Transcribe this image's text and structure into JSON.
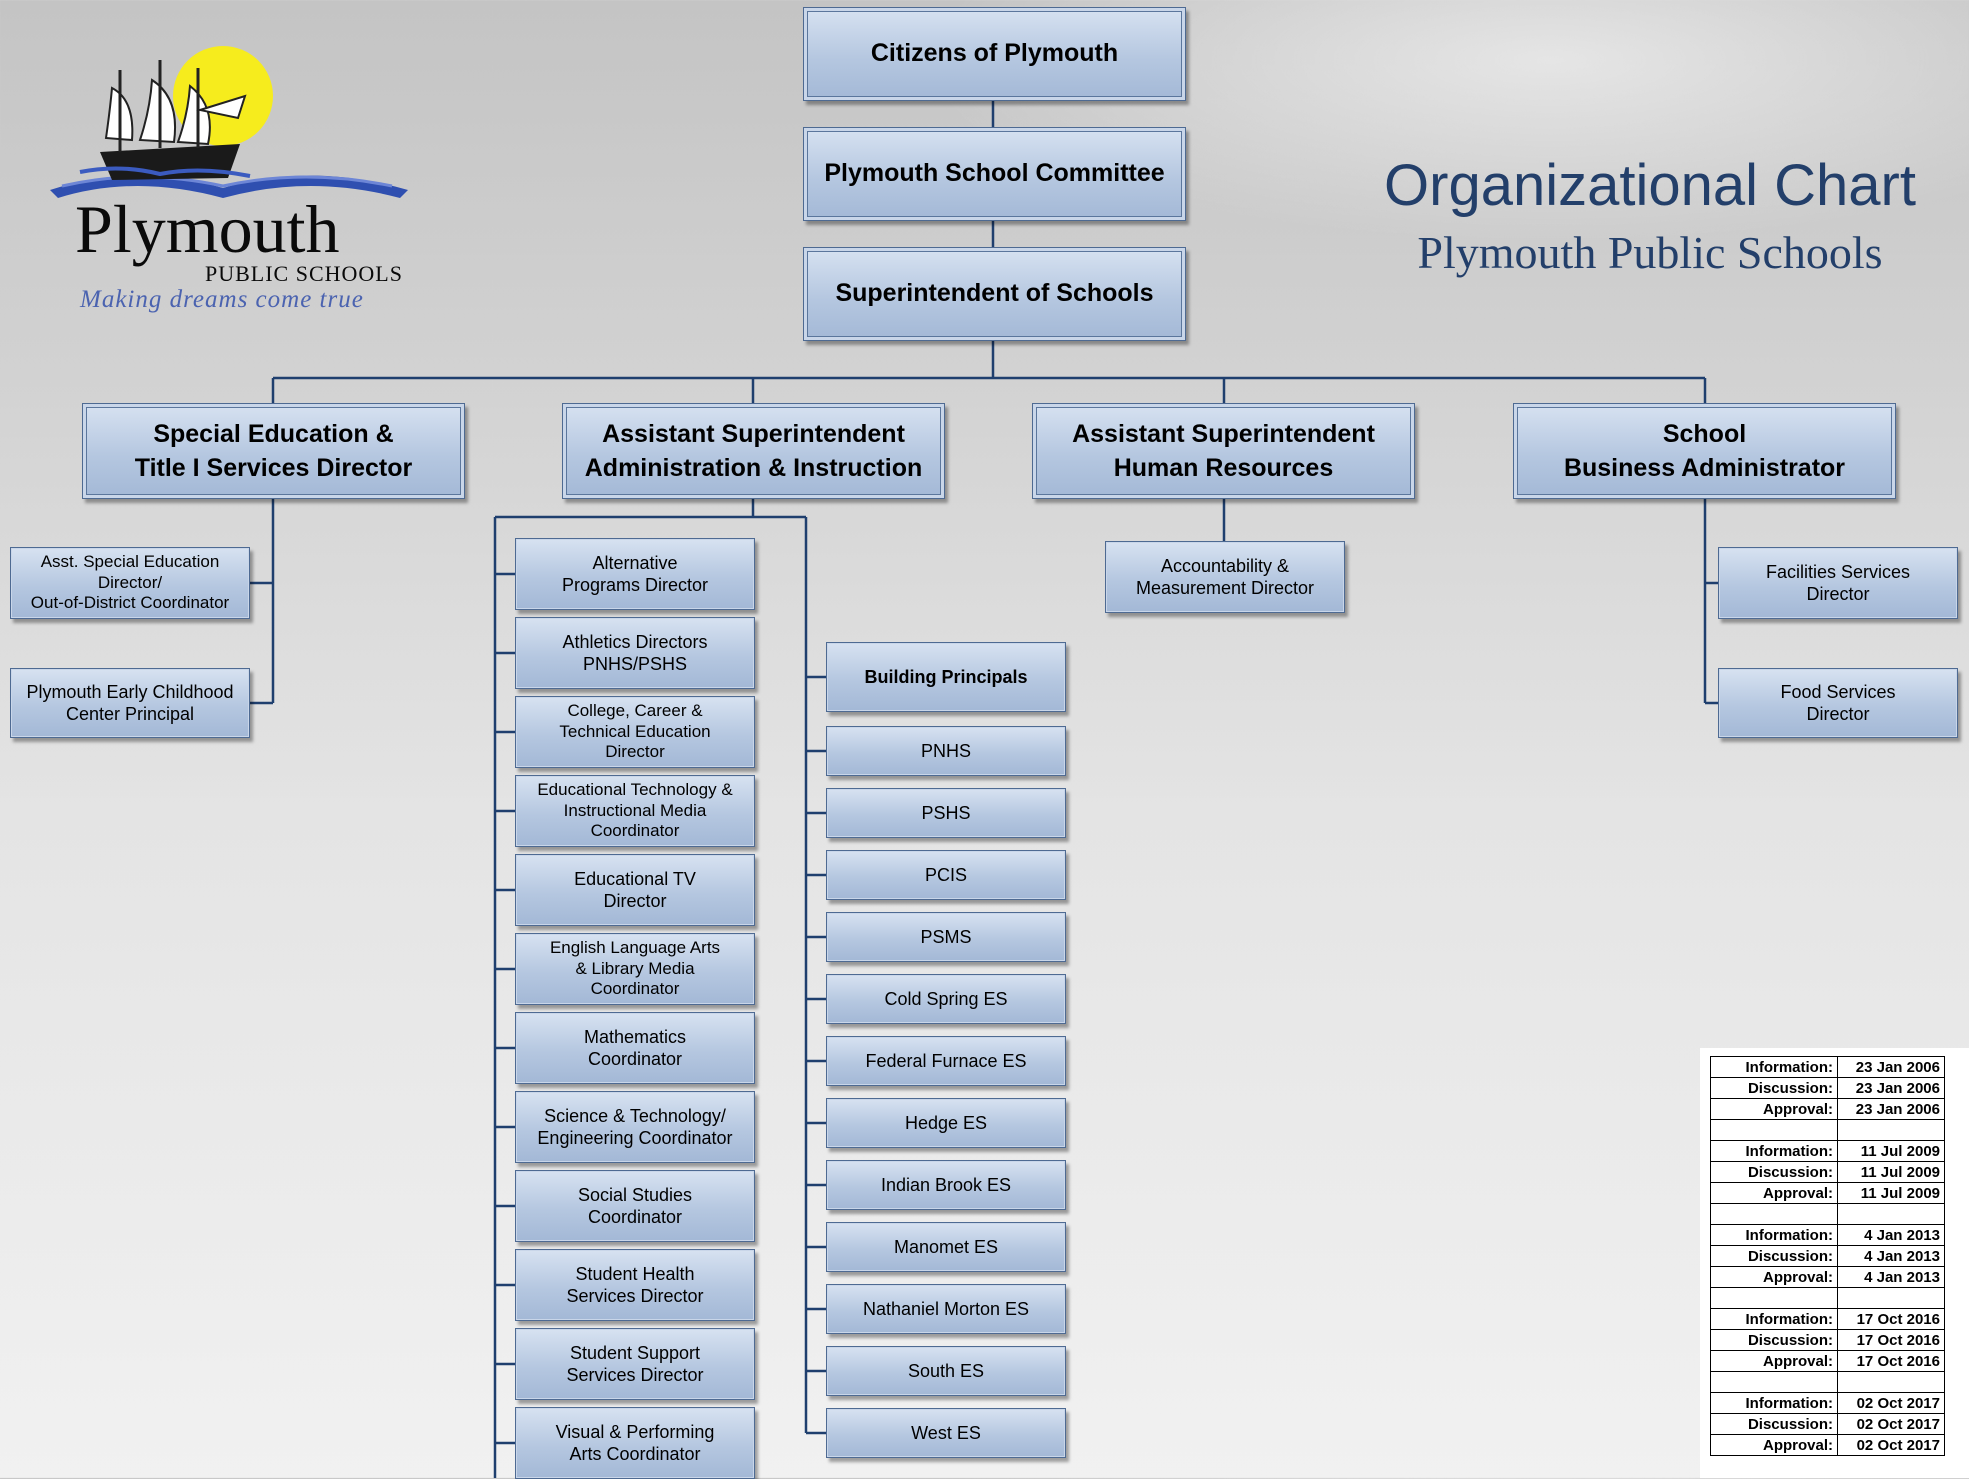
{
  "title": "Organizational Chart",
  "subtitle": "Plymouth Public Schools",
  "logo": {
    "name": "Plymouth",
    "subname": "PUBLIC SCHOOLS",
    "tagline": "Making dreams come true"
  },
  "nodes": {
    "citizens": "Citizens of Plymouth",
    "committee": "Plymouth School Committee",
    "superintendent": "Superintendent of Schools",
    "sped_director": "Special Education &\nTitle I Services Director",
    "asst_admin": "Assistant Superintendent\nAdministration & Instruction",
    "asst_hr": "Assistant Superintendent\nHuman Resources",
    "business_admin": "School\nBusiness Administrator",
    "asst_sped": "Asst. Special Education\nDirector/\nOut-of-District Coordinator",
    "early_childhood": "Plymouth Early Childhood\nCenter Principal",
    "accountability": "Accountability &\nMeasurement Director",
    "facilities": "Facilities Services\nDirector",
    "food": "Food Services\nDirector",
    "building_principals": "Building Principals"
  },
  "admin_reports": [
    "Alternative\nPrograms Director",
    "Athletics Directors\nPNHS/PSHS",
    "College, Career &\nTechnical Education\nDirector",
    "Educational Technology &\nInstructional Media\nCoordinator",
    "Educational TV\nDirector",
    "English Language Arts\n& Library Media\nCoordinator",
    "Mathematics\nCoordinator",
    "Science & Technology/\nEngineering Coordinator",
    "Social Studies\nCoordinator",
    "Student Health\nServices Director",
    "Student Support\nServices Director",
    "Visual & Performing\nArts Coordinator"
  ],
  "schools": [
    "PNHS",
    "PSHS",
    "PCIS",
    "PSMS",
    "Cold Spring ES",
    "Federal Furnace ES",
    "Hedge ES",
    "Indian Brook ES",
    "Manomet ES",
    "Nathaniel Morton ES",
    "South ES",
    "West ES"
  ],
  "approval_history": [
    {
      "label": "Information:",
      "date": "23 Jan 2006"
    },
    {
      "label": "Discussion:",
      "date": "23 Jan 2006"
    },
    {
      "label": "Approval:",
      "date": "23 Jan 2006"
    },
    {
      "label": "",
      "date": ""
    },
    {
      "label": "Information:",
      "date": "11 Jul 2009"
    },
    {
      "label": "Discussion:",
      "date": "11 Jul 2009"
    },
    {
      "label": "Approval:",
      "date": "11 Jul 2009"
    },
    {
      "label": "",
      "date": ""
    },
    {
      "label": "Information:",
      "date": "4 Jan 2013"
    },
    {
      "label": "Discussion:",
      "date": "4 Jan 2013"
    },
    {
      "label": "Approval:",
      "date": "4 Jan 2013"
    },
    {
      "label": "",
      "date": ""
    },
    {
      "label": "Information:",
      "date": "17 Oct 2016"
    },
    {
      "label": "Discussion:",
      "date": "17 Oct 2016"
    },
    {
      "label": "Approval:",
      "date": "17 Oct 2016"
    },
    {
      "label": "",
      "date": ""
    },
    {
      "label": "Information:",
      "date": "02 Oct 2017"
    },
    {
      "label": "Discussion:",
      "date": "02 Oct 2017"
    },
    {
      "label": "Approval:",
      "date": "02 Oct 2017"
    }
  ],
  "colors": {
    "box_fill": "#b5c7e0",
    "box_border": "#4e6a92",
    "connector": "#1f3f6e",
    "title": "#233f6a"
  }
}
